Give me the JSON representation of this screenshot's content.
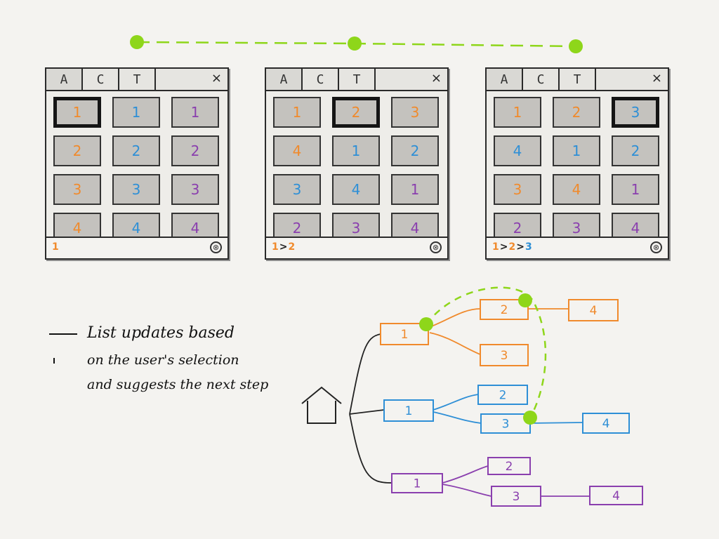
{
  "colors": {
    "orange": "#f08a2c",
    "blue": "#2e8fd6",
    "purple": "#8a3fae",
    "green": "#8ed61a",
    "ink": "#222222"
  },
  "screens": [
    {
      "tabs": [
        "A",
        "C",
        "T"
      ],
      "close": "×",
      "selected": 0,
      "cells": [
        {
          "v": "1",
          "c": "orange"
        },
        {
          "v": "1",
          "c": "blue"
        },
        {
          "v": "1",
          "c": "purple"
        },
        {
          "v": "2",
          "c": "orange"
        },
        {
          "v": "2",
          "c": "blue"
        },
        {
          "v": "2",
          "c": "purple"
        },
        {
          "v": "3",
          "c": "orange"
        },
        {
          "v": "3",
          "c": "blue"
        },
        {
          "v": "3",
          "c": "purple"
        },
        {
          "v": "4",
          "c": "orange"
        },
        {
          "v": "4",
          "c": "blue"
        },
        {
          "v": "4",
          "c": "purple"
        }
      ],
      "breadcrumb": [
        {
          "v": "1",
          "c": "orange"
        }
      ]
    },
    {
      "tabs": [
        "A",
        "C",
        "T"
      ],
      "close": "×",
      "selected": 1,
      "cells": [
        {
          "v": "1",
          "c": "orange"
        },
        {
          "v": "2",
          "c": "orange"
        },
        {
          "v": "3",
          "c": "orange"
        },
        {
          "v": "4",
          "c": "orange"
        },
        {
          "v": "1",
          "c": "blue"
        },
        {
          "v": "2",
          "c": "blue"
        },
        {
          "v": "3",
          "c": "blue"
        },
        {
          "v": "4",
          "c": "blue"
        },
        {
          "v": "1",
          "c": "purple"
        },
        {
          "v": "2",
          "c": "purple"
        },
        {
          "v": "3",
          "c": "purple"
        },
        {
          "v": "4",
          "c": "purple"
        }
      ],
      "breadcrumb": [
        {
          "v": "1",
          "c": "orange"
        },
        {
          "v": ">",
          "c": "ink"
        },
        {
          "v": "2",
          "c": "orange"
        }
      ]
    },
    {
      "tabs": [
        "A",
        "C",
        "T"
      ],
      "close": "×",
      "selected": 2,
      "cells": [
        {
          "v": "1",
          "c": "orange"
        },
        {
          "v": "2",
          "c": "orange"
        },
        {
          "v": "3",
          "c": "blue"
        },
        {
          "v": "4",
          "c": "blue"
        },
        {
          "v": "1",
          "c": "blue"
        },
        {
          "v": "2",
          "c": "blue"
        },
        {
          "v": "3",
          "c": "orange"
        },
        {
          "v": "4",
          "c": "orange"
        },
        {
          "v": "1",
          "c": "purple"
        },
        {
          "v": "2",
          "c": "purple"
        },
        {
          "v": "3",
          "c": "purple"
        },
        {
          "v": "4",
          "c": "purple"
        }
      ],
      "breadcrumb": [
        {
          "v": "1",
          "c": "orange"
        },
        {
          "v": ">",
          "c": "ink"
        },
        {
          "v": "2",
          "c": "orange"
        },
        {
          "v": ">",
          "c": "ink"
        },
        {
          "v": "3",
          "c": "blue"
        }
      ]
    }
  ],
  "notes": [
    "List updates based",
    "on the user's selection",
    "and suggests the next step"
  ],
  "tree": {
    "root_icon": "home-icon",
    "branches": [
      {
        "color": "orange",
        "root": "1",
        "children": [
          {
            "label": "2",
            "next": "4"
          },
          {
            "label": "3",
            "next": ""
          }
        ]
      },
      {
        "color": "blue",
        "root": "1",
        "children": [
          {
            "label": "2",
            "next": ""
          },
          {
            "label": "3",
            "next": "4"
          }
        ]
      },
      {
        "color": "purple",
        "root": "1",
        "children": [
          {
            "label": "2",
            "next": ""
          },
          {
            "label": "3",
            "next": "4"
          }
        ]
      }
    ]
  }
}
